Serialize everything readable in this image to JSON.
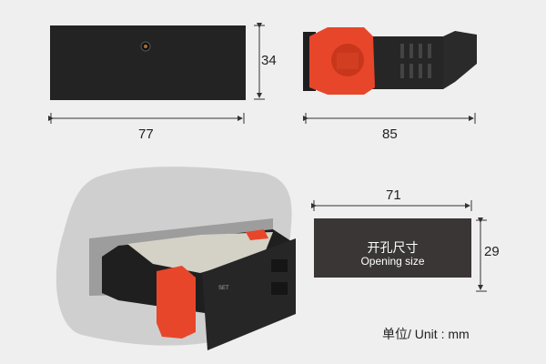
{
  "front_view": {
    "width_label": "77",
    "height_label": "34"
  },
  "side_view": {
    "depth_label": "85"
  },
  "device_photo": {
    "button_labels": [
      "SET"
    ]
  },
  "opening": {
    "width_label": "71",
    "height_label": "29",
    "title": "开孔尺寸",
    "subtitle": "Opening size"
  },
  "unit_label": "单位/ Unit : mm",
  "colors": {
    "body": "#242424",
    "clip": "#e8462a",
    "panel": "#3a3636",
    "background": "#efefef"
  }
}
